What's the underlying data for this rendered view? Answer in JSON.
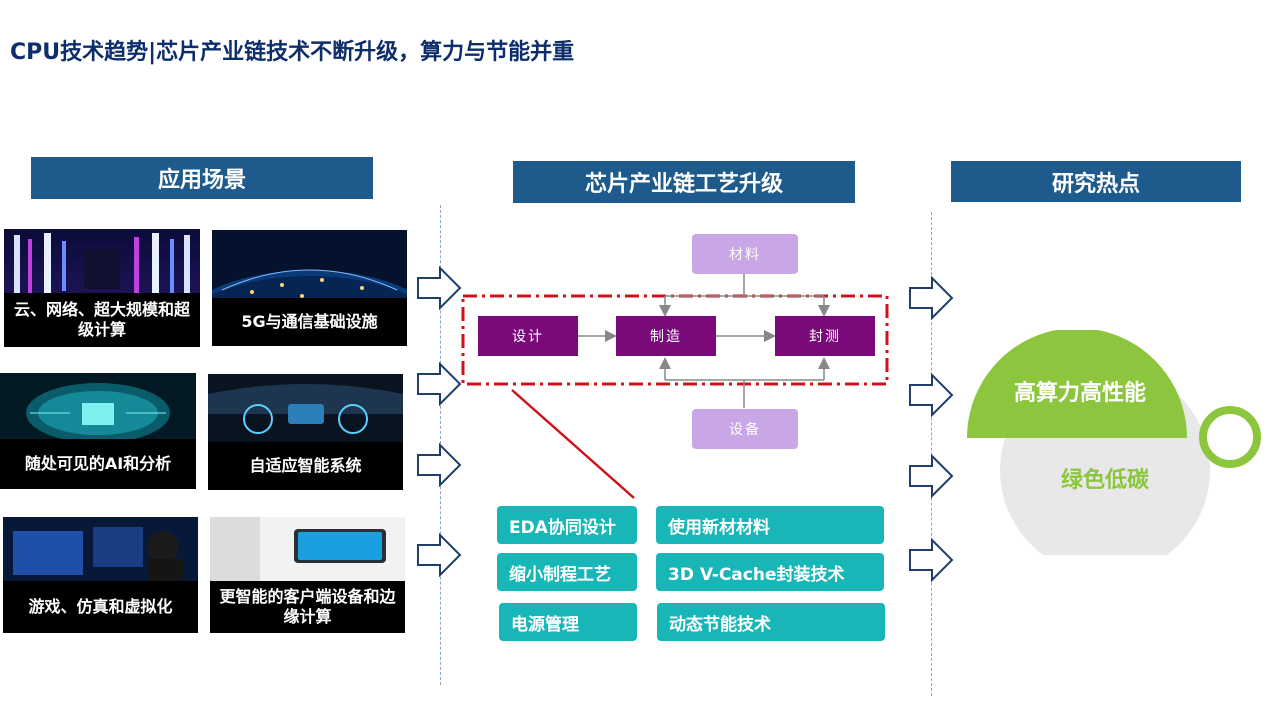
{
  "title": "CPU技术趋势|芯片产业链技术不断升级，算力与节能并重",
  "sections": {
    "applications": "应用场景",
    "process": "芯片产业链工艺升级",
    "research": "研究热点"
  },
  "scenarios": [
    {
      "label": "云、网络、超大规模和超级计算"
    },
    {
      "label": "5G与通信基础设施"
    },
    {
      "label": "随处可见的AI和分析"
    },
    {
      "label": "自适应智能系统"
    },
    {
      "label": "游戏、仿真和虚拟化"
    },
    {
      "label": "更智能的客户端设备和边缘计算"
    }
  ],
  "flow": {
    "material": "材料",
    "design": "设计",
    "manufacture": "制造",
    "packaging": "封测",
    "equipment": "设备"
  },
  "tech": {
    "eda": "EDA协同设计",
    "new_material": "使用新材材料",
    "shrink": "缩小制程工艺",
    "vcache": "3D V-Cache封装技术",
    "power": "电源管理",
    "dynamic": "动态节能技术"
  },
  "research": {
    "high_perf": "高算力高性能",
    "green": "绿色低碳"
  },
  "colors": {
    "header_bg": "#1f5a8c",
    "flow_box": "#7a0a7a",
    "flow_light": "#c9a6e6",
    "tech_box": "#19b6b8",
    "dash_red": "#d0101a",
    "green": "#8cc63f",
    "grey": "#e8e8e8"
  }
}
